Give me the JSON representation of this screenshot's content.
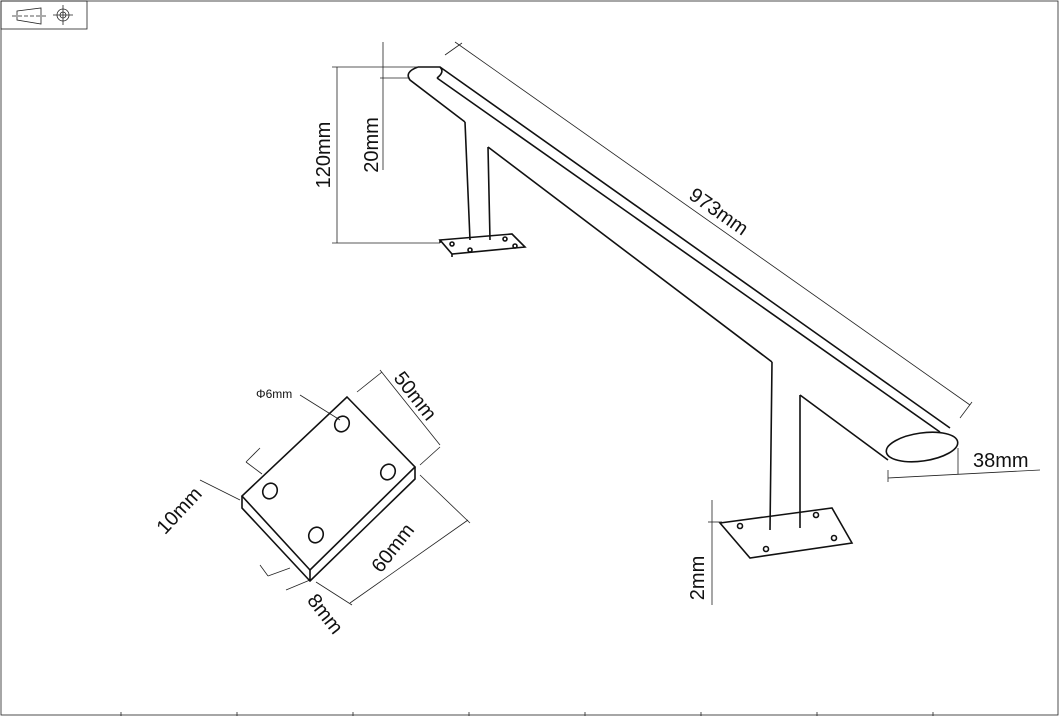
{
  "title_block": {
    "icons": [
      "projection-cone-icon",
      "crosshair-target-icon"
    ]
  },
  "dimensions": {
    "rail_height": "120mm",
    "rail_drop": "20mm",
    "rail_length": "973mm",
    "rail_width": "38mm",
    "plate_thickness": "2mm",
    "hole_diameter": "Φ6mm",
    "plate_width": "50mm",
    "plate_length": "60mm",
    "hole_offset": "10mm",
    "hole_edge": "8mm"
  }
}
